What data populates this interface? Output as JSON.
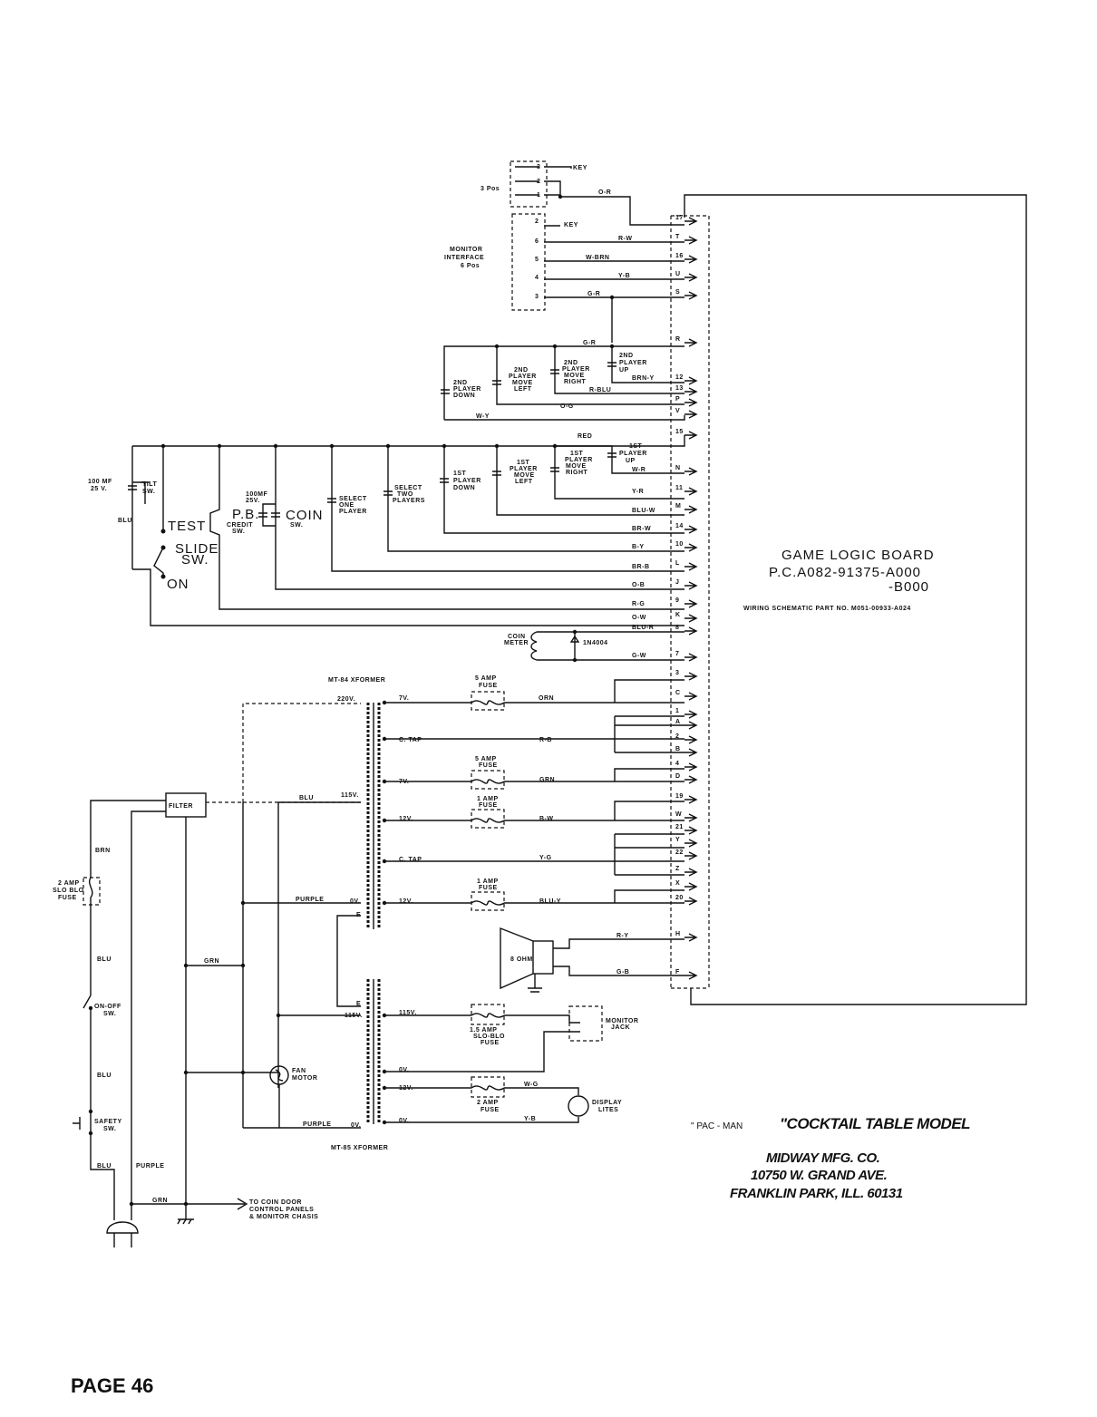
{
  "diagram": {
    "game_logic_board": {
      "title": "GAME LOGIC BOARD",
      "pc_number": "P.C.A082-91375-A000",
      "pc_suffix": "-B000",
      "wiring_part": "WIRING SCHEMATIC PART NO. M051-00933-A024"
    },
    "key_connector": {
      "label": "3 Pos",
      "key": "KEY",
      "pins": [
        "3",
        "2",
        "1"
      ]
    },
    "monitor_interface": {
      "label_lines": [
        "MONITOR",
        "INTERFACE",
        "6 Pos"
      ],
      "key": "KEY",
      "pins": [
        "2",
        "6",
        "5",
        "4",
        "3"
      ]
    },
    "edge_pins": [
      "17",
      "T",
      "16",
      "U",
      "S",
      "R",
      "12",
      "13",
      "P",
      "V",
      "15",
      "N",
      "11",
      "M",
      "14",
      "10",
      "L",
      "J",
      "9",
      "K",
      "8",
      "7",
      "3",
      "C",
      "1",
      "A",
      "2",
      "B",
      "4",
      "D",
      "19",
      "W",
      "21",
      "Y",
      "22",
      "Z",
      "X",
      "20",
      "H",
      "F"
    ],
    "wire_colors": [
      "O-R",
      "R-W",
      "W-BRN",
      "Y-B",
      "G-R",
      "G-R",
      "BRN-Y",
      "R-BLU",
      "O-G",
      "W-Y",
      "RED",
      "W-R",
      "Y-R",
      "BLU-W",
      "BR-W",
      "B-Y",
      "BR-B",
      "O-B",
      "R-G",
      "O-W",
      "BLU-R",
      "G-W",
      "ORN",
      "R-B",
      "GRN",
      "B-W",
      "Y-G",
      "BLU-Y",
      "R-Y",
      "G-B",
      "W-G",
      "Y-B"
    ],
    "switches": {
      "p2_up": [
        "2ND",
        "PLAYER",
        "UP"
      ],
      "p2_right": [
        "2ND",
        "PLAYER",
        "MOVE",
        "RIGHT"
      ],
      "p2_left": [
        "2ND",
        "PLAYER",
        "MOVE",
        "LEFT"
      ],
      "p2_down": [
        "2ND",
        "PLAYER",
        "DOWN"
      ],
      "p1_up": [
        "1ST",
        "PLAYER",
        "UP"
      ],
      "p1_right": [
        "1ST",
        "PLAYER",
        "MOVE",
        "RIGHT"
      ],
      "p1_left": [
        "1ST",
        "PLAYER",
        "MOVE",
        "LEFT"
      ],
      "p1_down": [
        "1ST",
        "PLAYER",
        "DOWN"
      ],
      "select_two": [
        "SELECT",
        "TWO",
        "PLAYERS"
      ],
      "select_one": [
        "SELECT",
        "ONE",
        "PLAYER"
      ],
      "coin": [
        "COIN",
        "SW."
      ],
      "pb_credit": [
        "P.B.",
        "CREDIT",
        "SW."
      ],
      "coin_cap": [
        "100MF",
        "25V."
      ],
      "test": "TEST",
      "slide": [
        "SLIDE",
        "SW."
      ],
      "on": "ON",
      "tilt": [
        "TILT",
        "SW."
      ],
      "tilt_cap": [
        "100 MF",
        "25 V."
      ],
      "blu": "BLU"
    },
    "coin_meter": {
      "label": [
        "COIN",
        "METER"
      ],
      "diode": "1N4004"
    },
    "transformer_top": {
      "name": "MT-84 XFORMER",
      "taps": [
        "220V.",
        "7V.",
        "C. TAP",
        "7V.",
        "115V.",
        "12V.",
        "C. TAP",
        "12V.",
        "0V.",
        "E"
      ]
    },
    "transformer_bottom": {
      "name": "MT-85 XFORMER",
      "taps": [
        "E",
        "115V.",
        "115V.",
        "0V.",
        "12V.",
        "0V."
      ]
    },
    "fuses": [
      [
        "5 AMP",
        "FUSE"
      ],
      [
        "5 AMP",
        "FUSE"
      ],
      [
        "1 AMP",
        "FUSE"
      ],
      [
        "1 AMP",
        "FUSE"
      ],
      [
        "1.5 AMP",
        "SLO-BLO",
        "FUSE"
      ],
      [
        "2 AMP",
        "FUSE"
      ]
    ],
    "power": {
      "filter": "FILTER",
      "brn": "BRN",
      "slo_blo": [
        "2 AMP",
        "SLO BLO",
        "FUSE"
      ],
      "blu1": "BLU",
      "on_off": [
        "ON-OFF",
        "SW."
      ],
      "blu2": "BLU",
      "safety": [
        "SAFETY",
        "SW."
      ],
      "blu3": "BLU",
      "purple": "PURPLE",
      "grn": "GRN",
      "blu_xf": "BLU",
      "purple_xf": "PURPLE",
      "grn_mid": "GRN",
      "purple_bot": "PURPLE",
      "fan": [
        "FAN",
        "MOTOR"
      ],
      "to_coin_door": [
        "TO COIN DOOR",
        "CONTROL PANELS",
        "& MONITOR CHASIS"
      ]
    },
    "speaker": "8 OHM",
    "monitor_jack": [
      "MONITOR",
      "JACK"
    ],
    "display_lites": [
      "DISPLAY",
      "LITES"
    ],
    "caption": {
      "pacman": "\" PAC - MAN",
      "model": "\"COCKTAIL TABLE MODEL",
      "company": "MIDWAY MFG. CO.",
      "address": "10750 W. GRAND AVE.",
      "city": "FRANKLIN PARK, ILL. 60131"
    }
  },
  "page": {
    "number": "PAGE 46"
  }
}
